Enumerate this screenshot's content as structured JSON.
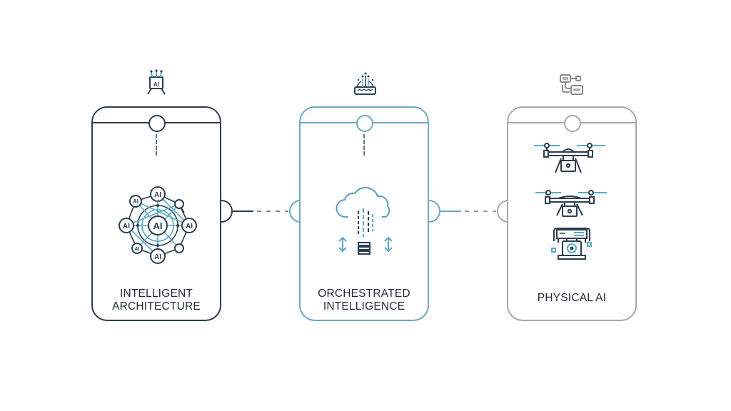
{
  "diagram": {
    "stages": [
      {
        "id": "intelligent-architecture",
        "label_line1": "INTELLIGENT",
        "label_line2": "ARCHITECTURE",
        "top_icon": "ai-chip-icon",
        "illustration": "ai-network-icon",
        "node_labels": [
          "AI",
          "AI",
          "AI",
          "AI",
          "AI",
          "AI",
          "AI"
        ],
        "accent": "#2c3e50"
      },
      {
        "id": "orchestrated-intelligence",
        "label_line1": "ORCHESTRATED",
        "label_line2": "INTELLIGENCE",
        "top_icon": "server-signal-icon",
        "illustration": "cloud-sync-icon",
        "accent": "#6fa8c4"
      },
      {
        "id": "physical-ai",
        "label_line1": "PHYSICAL AI",
        "label_line2": "",
        "top_icon": "workflow-icon",
        "illustration": "drones-and-robot-icon",
        "accent": "#a8a8a8"
      }
    ],
    "connectors": [
      {
        "from": "intelligent-architecture",
        "to": "orchestrated-intelligence",
        "style": "dashed"
      },
      {
        "from": "orchestrated-intelligence",
        "to": "physical-ai",
        "style": "dashed"
      }
    ],
    "colors": {
      "dark": "#2c3e50",
      "teal": "#5aa9c8",
      "gray": "#a8a8a8"
    }
  }
}
